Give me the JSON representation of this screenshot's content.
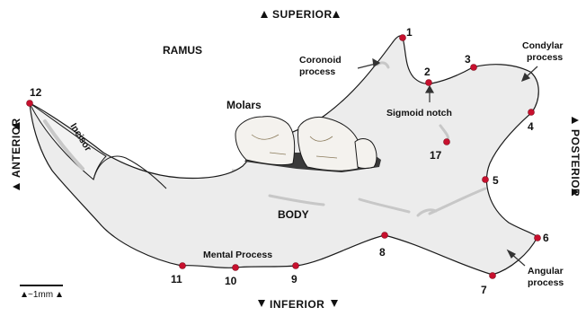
{
  "directions": {
    "superior": "SUPERIOR",
    "inferior": "INFERIOR",
    "anterior": "ANTERIOR",
    "posterior": "POSTERIOR"
  },
  "regions": {
    "ramus": "RAMUS",
    "body": "BODY",
    "molars": "Molars",
    "incisor": "Incisor"
  },
  "processes": {
    "coronoid": "Coronoid process",
    "condylar": "Condylar process",
    "sigmoid_notch": "Sigmoid notch",
    "mental": "Mental Process",
    "angular": "Angular process"
  },
  "landmarks": [
    "1",
    "2",
    "3",
    "4",
    "5",
    "6",
    "7",
    "8",
    "9",
    "10",
    "11",
    "12",
    "17"
  ],
  "scale_bar": {
    "label": "~1mm"
  },
  "colors": {
    "bone_fill": "#ececec",
    "outline": "#1a1a1a",
    "landmark": "#c8102e",
    "tooth_fill": "#f4f2ee",
    "shadow": "#d6d6d6"
  }
}
